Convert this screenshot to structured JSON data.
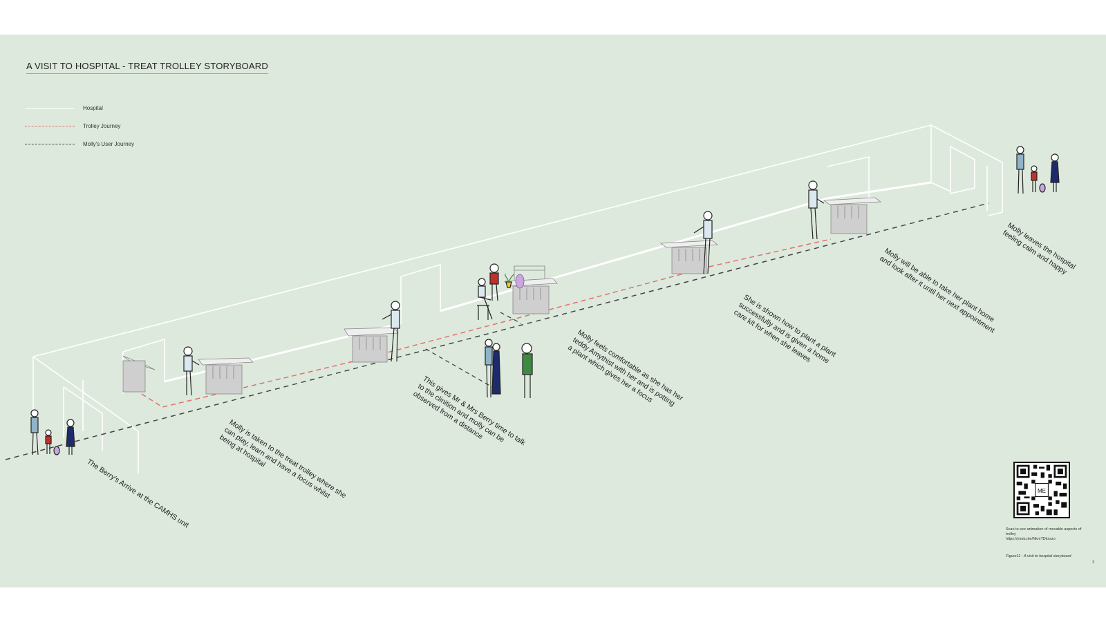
{
  "title": "A VISIT TO HOSPITAL - TREAT TROLLEY STORYBOARD",
  "legend": [
    {
      "label": "Hospital",
      "color": "#ffffff",
      "style": "solid"
    },
    {
      "label": "Trolley Journey",
      "color": "#e0706a",
      "style": "dashed"
    },
    {
      "label": "Molly's  User Journey",
      "color": "#444444",
      "style": "dashed"
    }
  ],
  "steps": [
    {
      "text": "The Berry's Arrive at the CAMHS unit"
    },
    {
      "text": "Molly is taken to the treat trolley where she\ncan play, learn and have a focus whilst\nbeing at hospital"
    },
    {
      "text": "This gives Mr & Mrs Berry time to talk\nto the clinition and molly can be\nobserved from a distance"
    },
    {
      "text": "Molly feels comfortable as she has her\nteddy Amythist with her and is potting\na plant which gives her a focus"
    },
    {
      "text": "She is shown how to plant a plant\nsuccessfully and is given a home\ncare kit for when she leaves"
    },
    {
      "text": "Molly will be able to take her plant home\nand look after it until her next appointment"
    },
    {
      "text": "Molly leaves the hospital\nfeeling calm and happy"
    }
  ],
  "qr": {
    "icon": "qr-code-icon",
    "center_label": "ME",
    "caption": "Scan to see animation of movable aspects of trolley",
    "link": "https://youtu.be/NkmTDkxszo"
  },
  "figure_caption": "Figure11 - A visit to hospital storyboard",
  "page_number": "3",
  "colors": {
    "background": "#dde9dc",
    "hospital_line": "#ffffff",
    "trolley_journey": "#e0706a",
    "user_journey": "#444444",
    "trolley": "#d4d4d4",
    "mum_top": "#8fb3c8",
    "molly_top": "#c0302c",
    "sister_dress": "#1d2a6b",
    "clinician_top": "#3f8a3f",
    "teddy": "#c9a8e0"
  }
}
